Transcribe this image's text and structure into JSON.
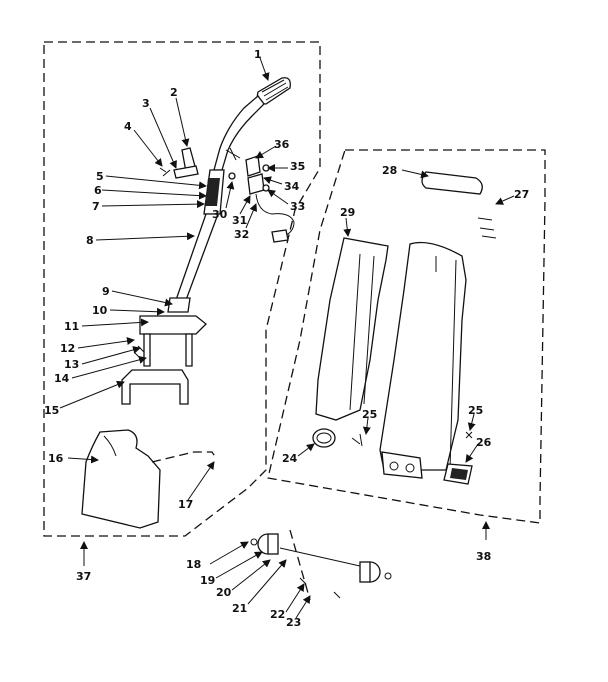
{
  "labels": {
    "p1": "1",
    "p2": "2",
    "p3": "3",
    "p4": "4",
    "p5": "5",
    "p6": "6",
    "p7": "7",
    "p8": "8",
    "p9": "9",
    "p10": "10",
    "p11": "11",
    "p12": "12",
    "p13": "13",
    "p14": "14",
    "p15": "15",
    "p16": "16",
    "p17": "17",
    "p18": "18",
    "p19": "19",
    "p20": "20",
    "p21": "21",
    "p22": "22",
    "p23": "23",
    "p24": "24",
    "p25a": "25",
    "p25b": "25",
    "p26": "26",
    "p27": "27",
    "p28": "28",
    "p29": "29",
    "p30": "30",
    "p31": "31",
    "p32": "32",
    "p33": "33",
    "p34": "34",
    "p35": "35",
    "p36": "36",
    "p37": "37",
    "p38": "38"
  }
}
